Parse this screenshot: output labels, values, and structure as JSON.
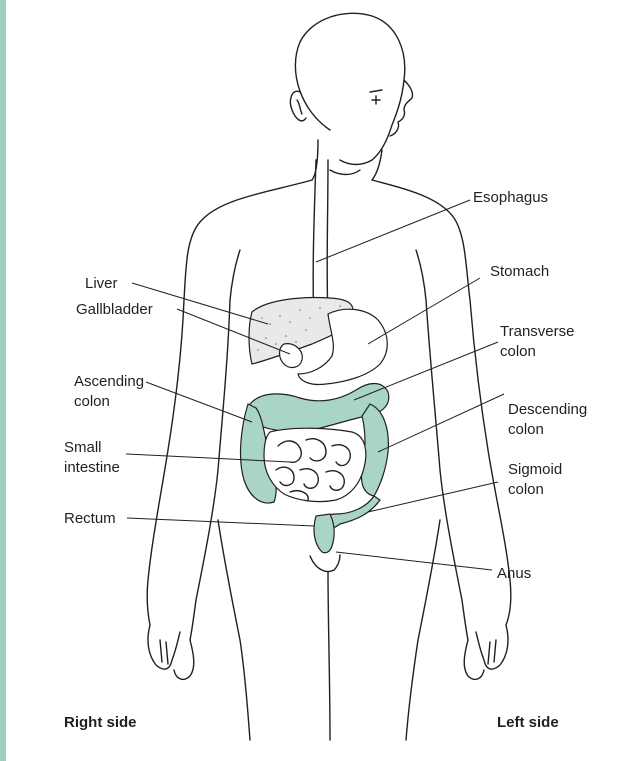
{
  "colors": {
    "frame_bar": "#9bcfc0",
    "intestine_fill": "#a9d5c4",
    "liver_fill": "#e9e9e9",
    "line": "#231f20"
  },
  "labels": {
    "esophagus": "Esophagus",
    "liver": "Liver",
    "stomach": "Stomach",
    "gallbladder": "Gallbladder",
    "transverse_colon": [
      "Transverse",
      "colon"
    ],
    "ascending_colon": [
      "Ascending",
      "colon"
    ],
    "descending_colon": [
      "Descending",
      "colon"
    ],
    "small_intestine": [
      "Small",
      "intestine"
    ],
    "sigmoid_colon": [
      "Sigmoid",
      "colon"
    ],
    "rectum": "Rectum",
    "anus": "Anus"
  },
  "sides": {
    "right": "Right side",
    "left": "Left side"
  }
}
